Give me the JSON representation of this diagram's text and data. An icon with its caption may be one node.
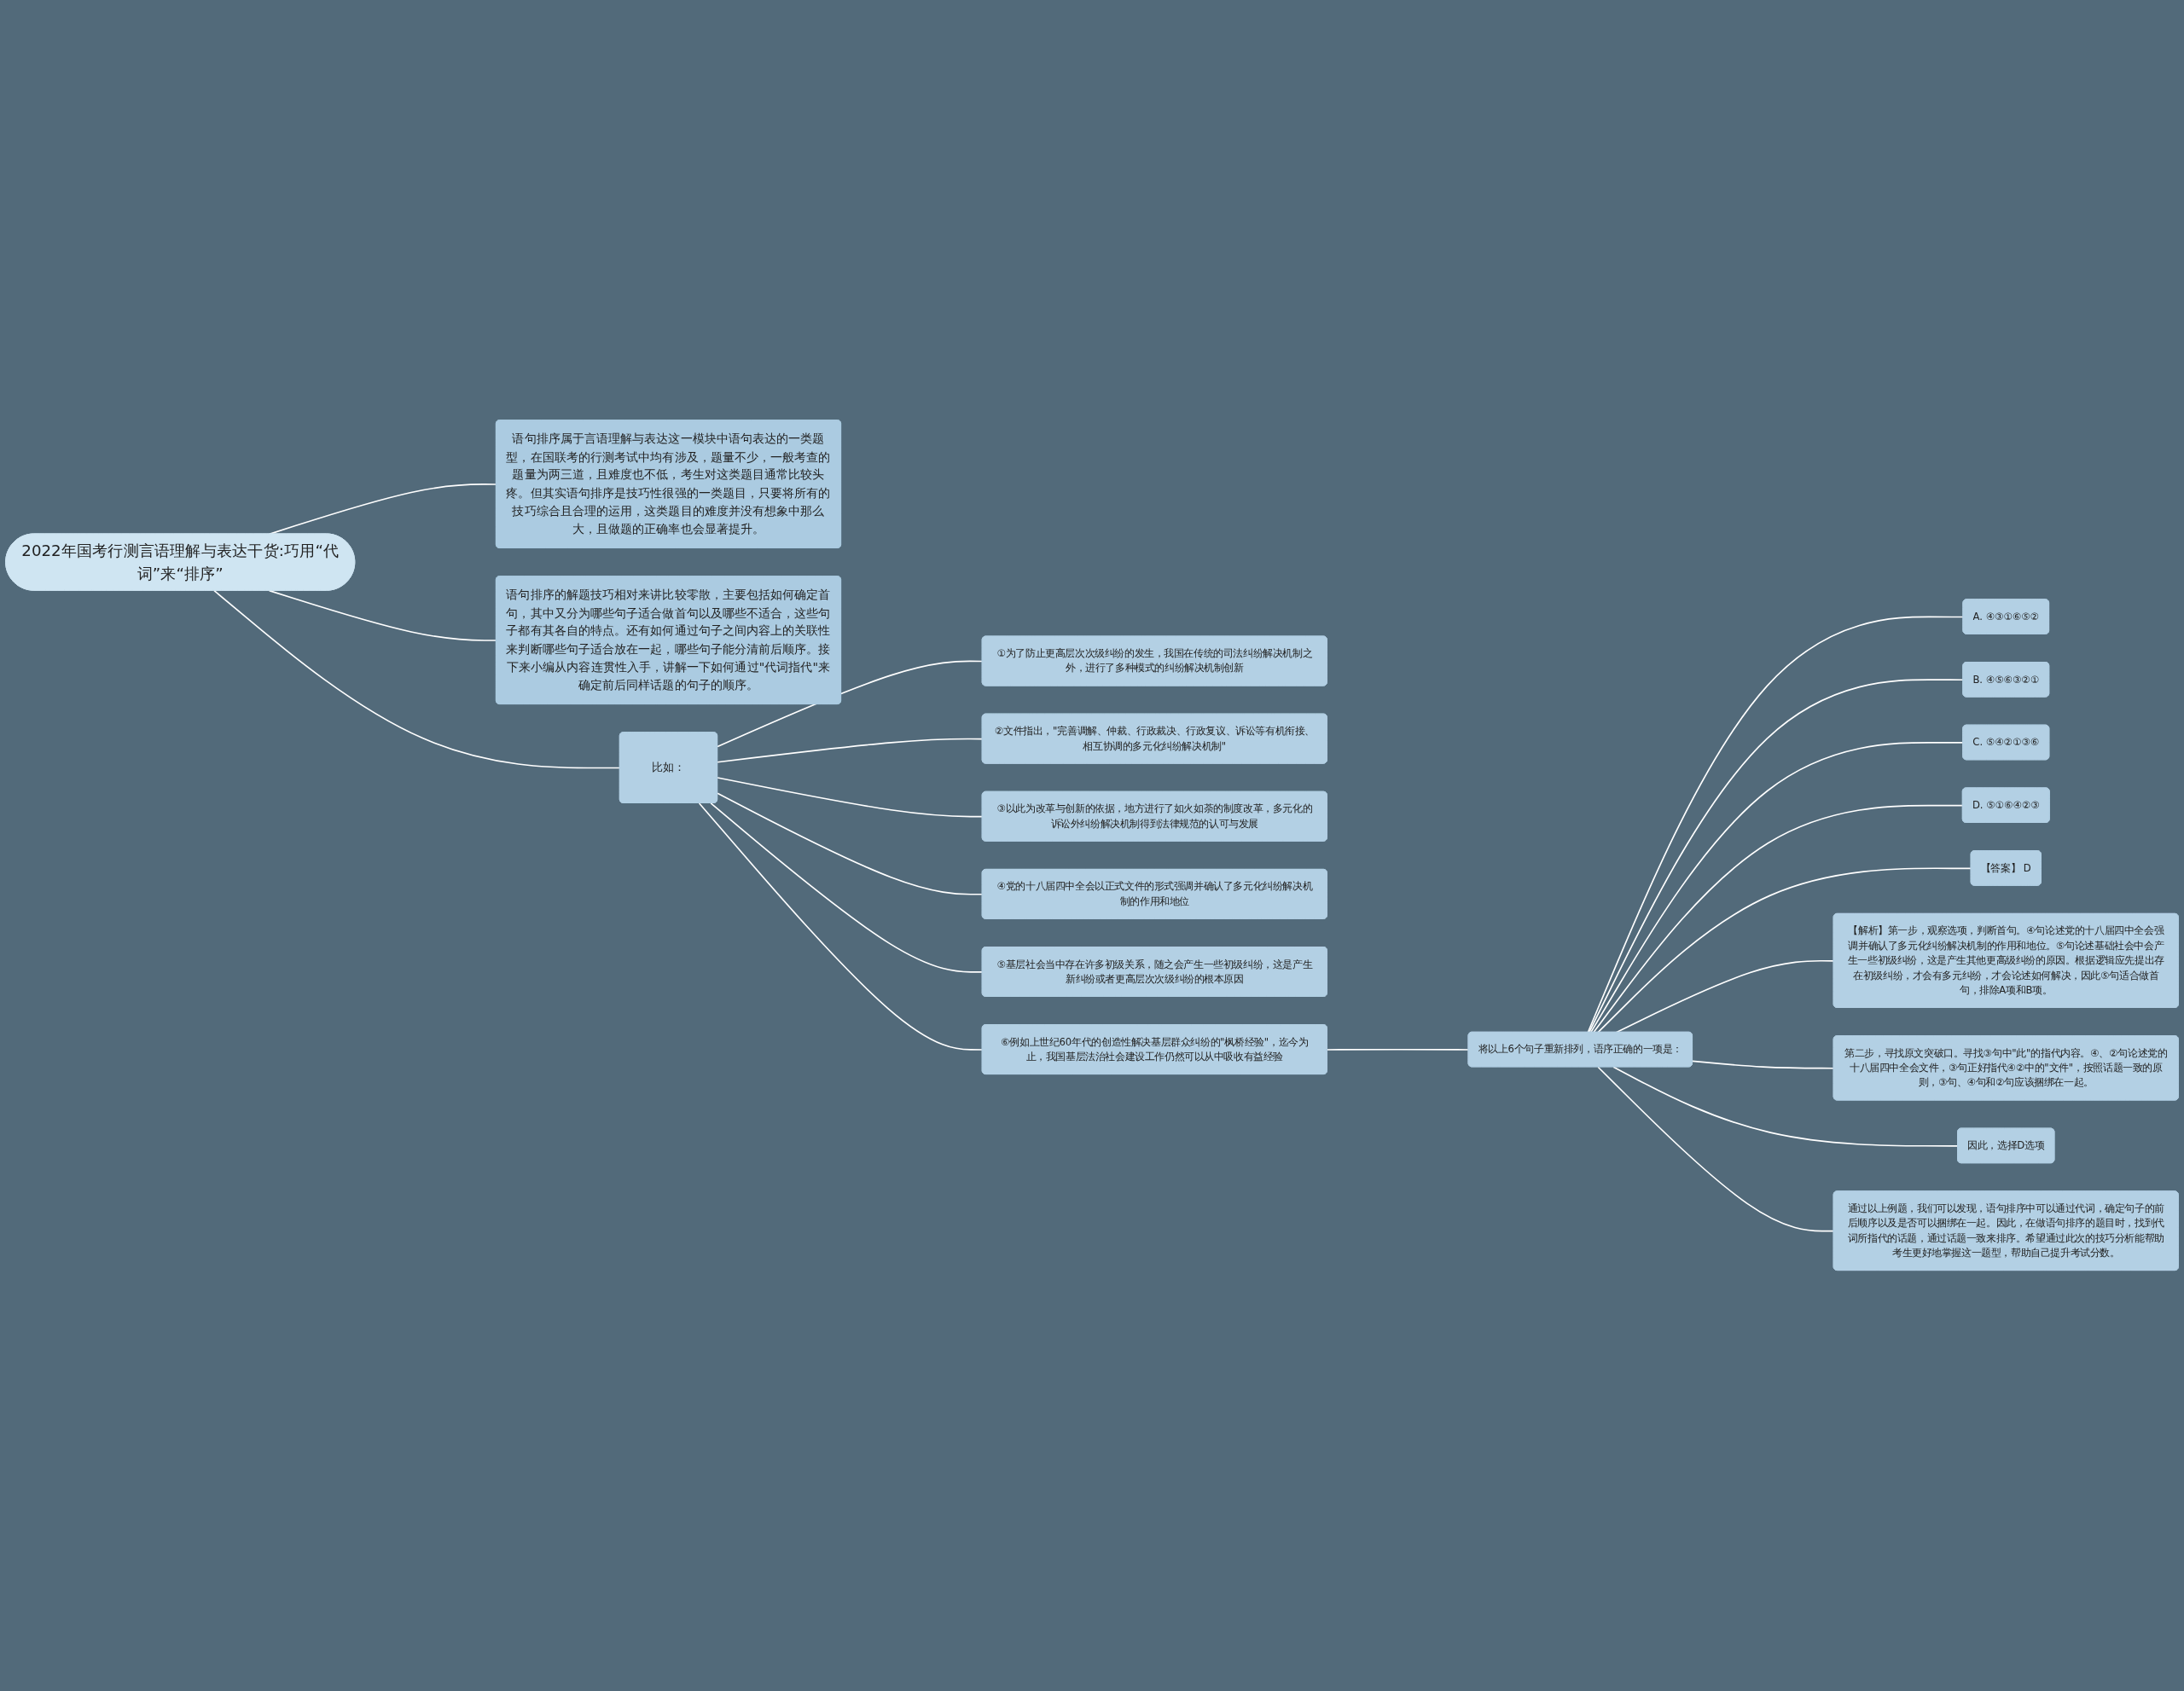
{
  "diagram": {
    "nodes": [
      {
        "text": [
          "2022年国考行测言语理解与表达干货:巧用“代词”来“排序”"
        ]
      },
      {
        "text": [
          "语句排序属于言语理解与表达这一模块中语句表达的一类题型，在国联考的行测考试中均有涉及，题量不少，一般考查的题量为两三道，且难度也不低，考生对这类题目通常比较头疼。但其实语句排序是技巧性很强的一类题目，只要将所有的技巧综合且合理的运用，这类题目的难度并没有想象中那么大，且做题的正确率也会显著提升。"
        ]
      },
      {
        "text": [
          "语句排序的解题技巧相对来讲比较零散，主要包括如何确定首句，其中又分为哪些句子适合做首句以及哪些不适合，这些句子都有其各自的特点。还有如何通过句子之间内容上的关联性来判断哪些句子适合放在一起，哪些句子能分清前后顺序。接下来小编从内容连贯性入手，讲解一下如何通过\"代词指代\"来确定前后同样话题的句子的顺序。"
        ]
      },
      {
        "text": [
          "比如："
        ]
      },
      {
        "text": [
          "①为了防止更高层次次级纠纷的发生，我国在传统的司法纠纷解决机制之外，进行了多种模式的纠纷解决机制创新"
        ]
      },
      {
        "text": [
          "②文件指出，\"完善调解、仲裁、行政裁决、行政复议、诉讼等有机衔接、相互协调的多元化纠纷解决机制\""
        ]
      },
      {
        "text": [
          "③以此为改革与创新的依据，地方进行了如火如荼的制度改革，多元化的诉讼外纠纷解决机制得到法律规范的认可与发展"
        ]
      },
      {
        "text": [
          "④党的十八届四中全会以正式文件的形式强调并确认了多元化纠纷解决机制的作用和地位"
        ]
      },
      {
        "text": [
          "⑤基层社会当中存在许多初级关系，随之会产生一些初级纠纷，这是产生新纠纷或者更高层次次级纠纷的根本原因"
        ]
      },
      {
        "text": [
          "⑥例如上世纪60年代的创造性解决基层群众纠纷的\"枫桥经验\"，迄今为止，我国基层法治社会建设工作仍然可以从中吸收有益经验"
        ]
      },
      {
        "text": [
          "将以上6个句子重新排列，语序正确的一项是："
        ]
      },
      {
        "text": [
          "A. ④③①⑥⑤②"
        ]
      },
      {
        "text": [
          "B. ④⑤⑥③②①"
        ]
      },
      {
        "text": [
          "C. ⑤④②①③⑥"
        ]
      },
      {
        "text": [
          "D. ⑤①⑥④②③"
        ]
      },
      {
        "text": [
          "【答案】 D"
        ]
      },
      {
        "text": [
          "【解析】第一步，观察选项，判断首句。④句论述党的十八届四中全会强调并确认了多元化纠纷解决机制的作用和地位。⑤句论述基础社会中会产生一些初级纠纷，这是产生其他更高级纠纷的原因。根据逻辑应先提出存在初级纠纷，才会有多元纠纷，才会论述如何解决，因此⑤句适合做首句，排除A项和B项。"
        ]
      },
      {
        "text": [
          "第二步，寻找原文突破口。寻找③句中\"此\"的指代内容。④、②句论述党的十八届四中全会文件，③句正好指代④②中的\"文件\"，按照话题一致的原则，③句、④句和②句应该捆绑在一起。"
        ]
      },
      {
        "text": [
          "因此，选择D选项"
        ]
      },
      {
        "text": [
          "通过以上例题，我们可以发现，语句排序中可以通过代词，确定句子的前后顺序以及是否可以捆绑在一起。因此，在做语句排序的题目时，找到代词所指代的话题，通过话题一致来排序。希望通过此次的技巧分析能帮助考生更好地掌握这一题型，帮助自己提升考试分数。"
        ]
      }
    ],
    "edges": [
      {
        "from": 0,
        "to": 1,
        "arrow": "none"
      },
      {
        "from": 0,
        "to": 2,
        "arrow": "none"
      },
      {
        "from": 0,
        "to": 3,
        "arrow": "none"
      },
      {
        "from": 3,
        "to": 4,
        "arrow": "none"
      },
      {
        "from": 3,
        "to": 5,
        "arrow": "none"
      },
      {
        "from": 3,
        "to": 6,
        "arrow": "none"
      },
      {
        "from": 3,
        "to": 7,
        "arrow": "none"
      },
      {
        "from": 3,
        "to": 8,
        "arrow": "none"
      },
      {
        "from": 3,
        "to": 9,
        "arrow": "none"
      },
      {
        "from": 9,
        "to": 10,
        "arrow": "none"
      },
      {
        "from": 10,
        "to": 11,
        "arrow": "none"
      },
      {
        "from": 10,
        "to": 12,
        "arrow": "none"
      },
      {
        "from": 10,
        "to": 13,
        "arrow": "none"
      },
      {
        "from": 10,
        "to": 14,
        "arrow": "none"
      },
      {
        "from": 10,
        "to": 15,
        "arrow": "none"
      },
      {
        "from": 10,
        "to": 16,
        "arrow": "none"
      },
      {
        "from": 10,
        "to": 17,
        "arrow": "none"
      },
      {
        "from": 10,
        "to": 18,
        "arrow": "none"
      },
      {
        "from": 10,
        "to": 19,
        "arrow": "none"
      }
    ]
  }
}
